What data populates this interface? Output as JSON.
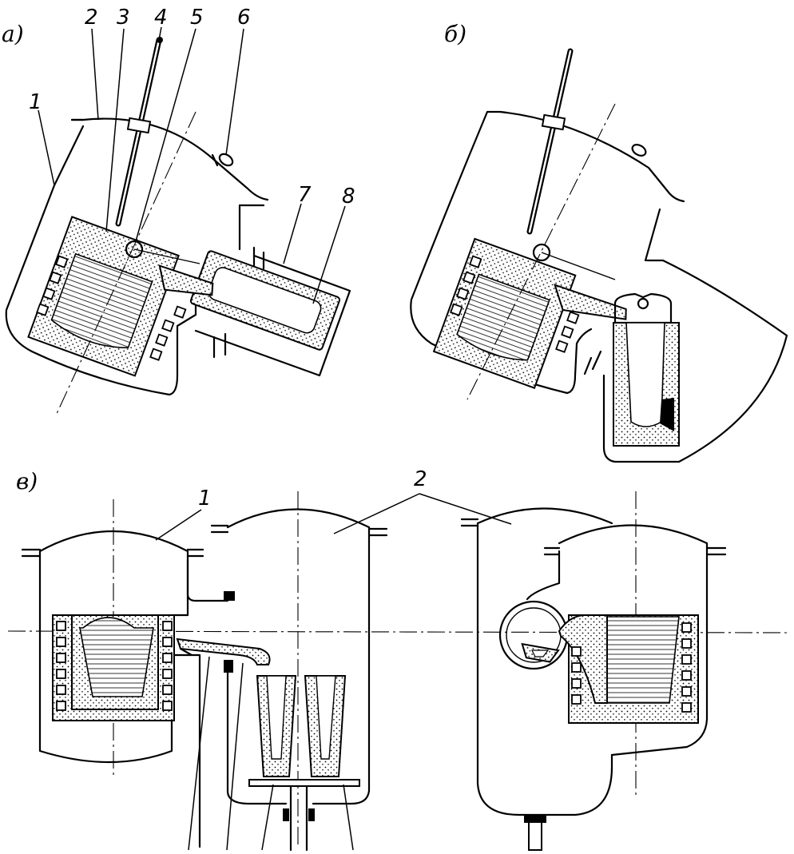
{
  "panels": {
    "a": {
      "label": "а)",
      "callouts": [
        "1",
        "2",
        "3",
        "4",
        "5",
        "6",
        "7",
        "8"
      ]
    },
    "b": {
      "label": "б)"
    },
    "v": {
      "label": "в)",
      "callouts": [
        "1",
        "2"
      ]
    }
  }
}
